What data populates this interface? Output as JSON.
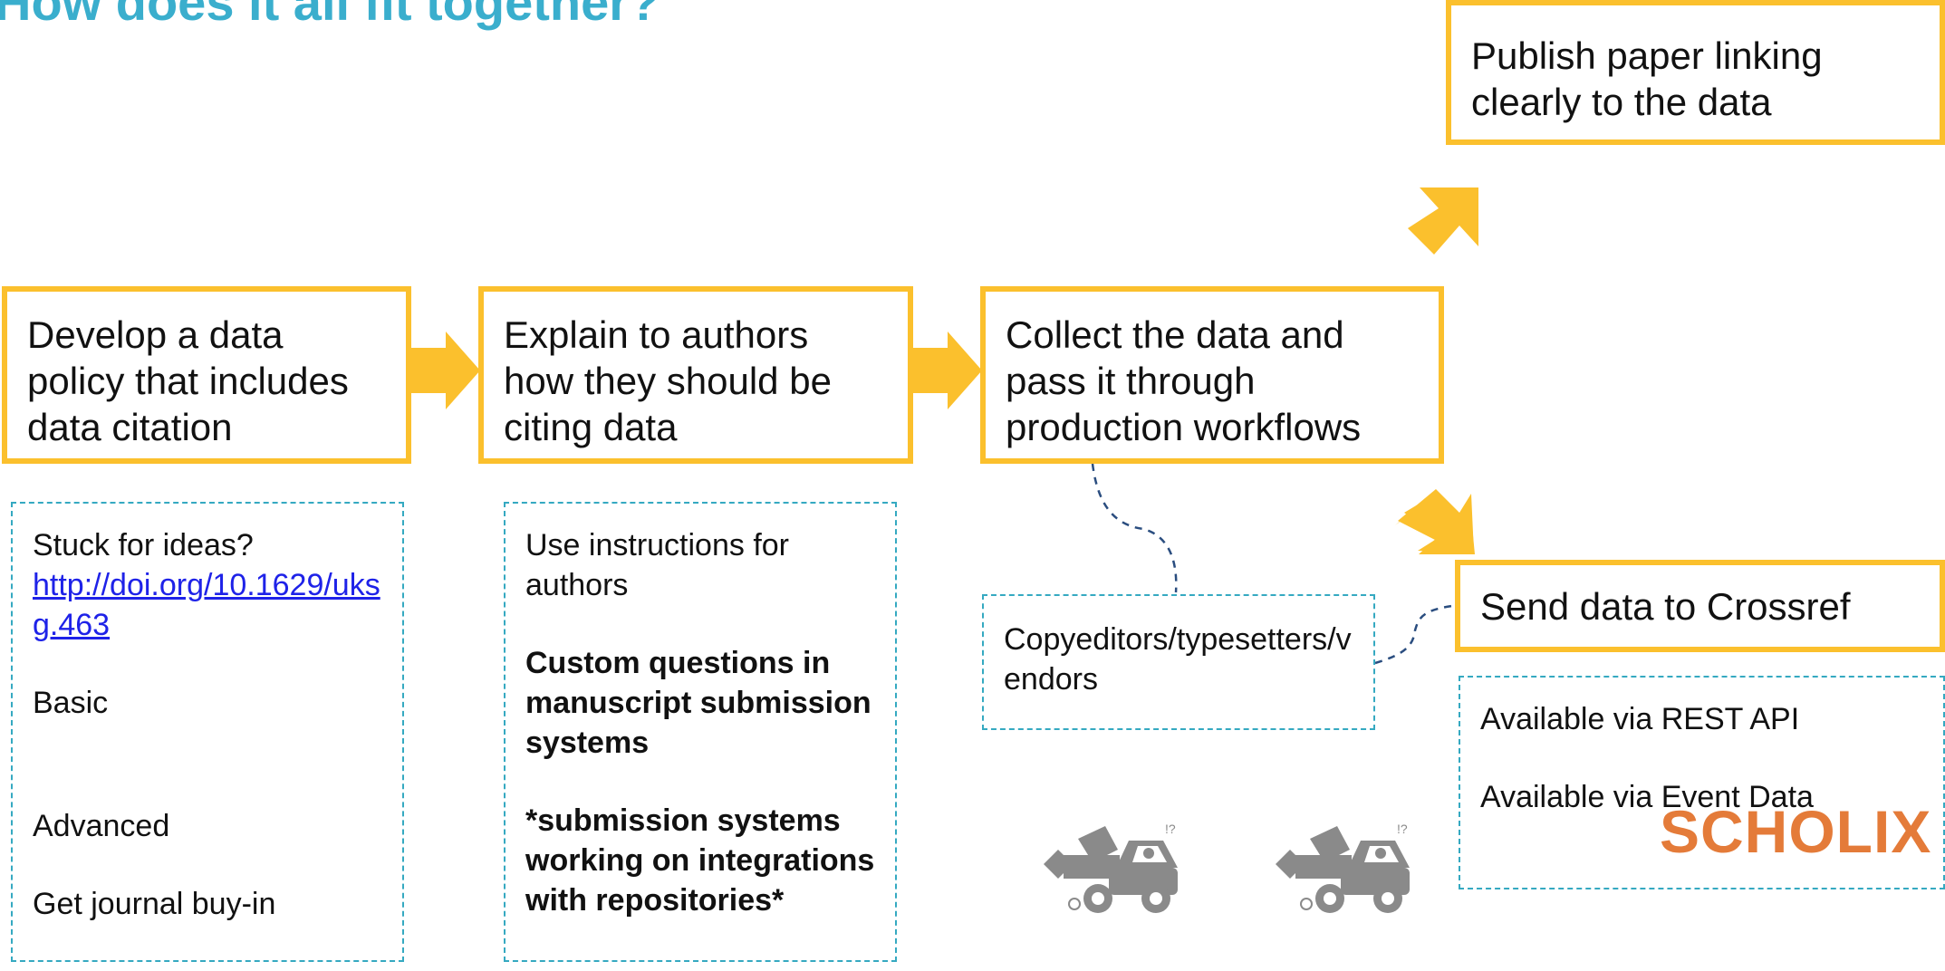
{
  "title": "How does it all fit together?",
  "steps": {
    "policy": "Develop a data policy that includes data citation",
    "explain": "Explain to authors how they should be citing data",
    "collect": "Collect the data and pass it through production workflows",
    "publish": "Publish paper linking clearly to the data",
    "crossref": "Send data to Crossref"
  },
  "notes": {
    "ideas": {
      "question": "Stuck for ideas?",
      "link": "http://doi.org/10.1629/uksg.463",
      "basic": "Basic",
      "advanced": "Advanced",
      "buyin": "Get journal buy-in"
    },
    "authors": {
      "instructions": "Use instructions for authors",
      "custom": "Custom questions in manuscript submission systems",
      "integrations": "*submission systems working on integrations with repositories*"
    },
    "vendors": "Copyeditors/typesetters/vendors",
    "availability": {
      "rest": "Available via REST API",
      "event": "Available via Event Data"
    }
  },
  "logo": "SCHOLIX",
  "colors": {
    "title": "#3aaecd",
    "box_border": "#fbc02d",
    "arrow": "#fbc02d",
    "note_border": "#35a9c1",
    "link": "#1e22e8",
    "logo": "#e47b39",
    "truck": "#8a8a8a"
  }
}
